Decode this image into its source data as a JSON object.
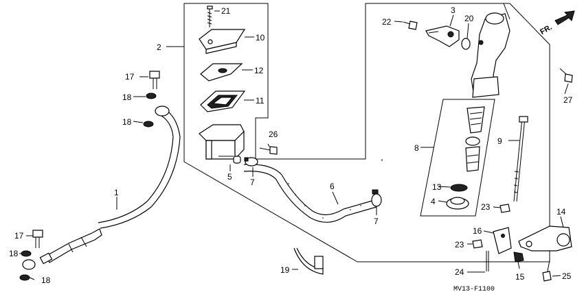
{
  "diagram_code": "MV13-F1100",
  "direction_label": "FR.",
  "callouts": [
    {
      "id": "c1",
      "label": "1"
    },
    {
      "id": "c2",
      "label": "2"
    },
    {
      "id": "c3",
      "label": "3"
    },
    {
      "id": "c4",
      "label": "4"
    },
    {
      "id": "c5",
      "label": "5"
    },
    {
      "id": "c6",
      "label": "6"
    },
    {
      "id": "c7a",
      "label": "7"
    },
    {
      "id": "c7b",
      "label": "7"
    },
    {
      "id": "c8",
      "label": "8"
    },
    {
      "id": "c9",
      "label": "9"
    },
    {
      "id": "c10",
      "label": "10"
    },
    {
      "id": "c11",
      "label": "11"
    },
    {
      "id": "c12",
      "label": "12"
    },
    {
      "id": "c13",
      "label": "13"
    },
    {
      "id": "c14",
      "label": "14"
    },
    {
      "id": "c15",
      "label": "15"
    },
    {
      "id": "c16",
      "label": "16"
    },
    {
      "id": "c17a",
      "label": "17"
    },
    {
      "id": "c17b",
      "label": "17"
    },
    {
      "id": "c18a",
      "label": "18"
    },
    {
      "id": "c18b",
      "label": "18"
    },
    {
      "id": "c18c",
      "label": "18"
    },
    {
      "id": "c18d",
      "label": "18"
    },
    {
      "id": "c19",
      "label": "19"
    },
    {
      "id": "c20",
      "label": "20"
    },
    {
      "id": "c21",
      "label": "21"
    },
    {
      "id": "c22",
      "label": "22"
    },
    {
      "id": "c23a",
      "label": "23"
    },
    {
      "id": "c23b",
      "label": "23"
    },
    {
      "id": "c24",
      "label": "24"
    },
    {
      "id": "c25",
      "label": "25"
    },
    {
      "id": "c26",
      "label": "26"
    },
    {
      "id": "c27",
      "label": "27"
    }
  ]
}
